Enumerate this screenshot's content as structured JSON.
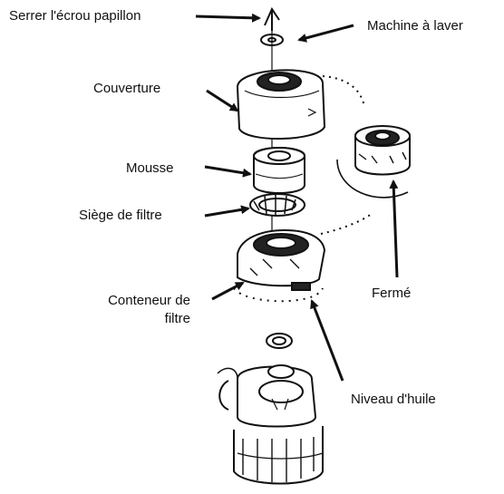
{
  "labels": {
    "wing_nut": "Serrer l'écrou papillon",
    "washer": "Machine à laver",
    "cover": "Couverture",
    "foam": "Mousse",
    "filter_seat": "Siège de filtre",
    "filter_container_line1": "Conteneur de",
    "filter_container_line2": "filtre",
    "closed": "Fermé",
    "oil_level": "Niveau d'huile"
  },
  "colors": {
    "ink": "#111111",
    "background": "#ffffff"
  }
}
